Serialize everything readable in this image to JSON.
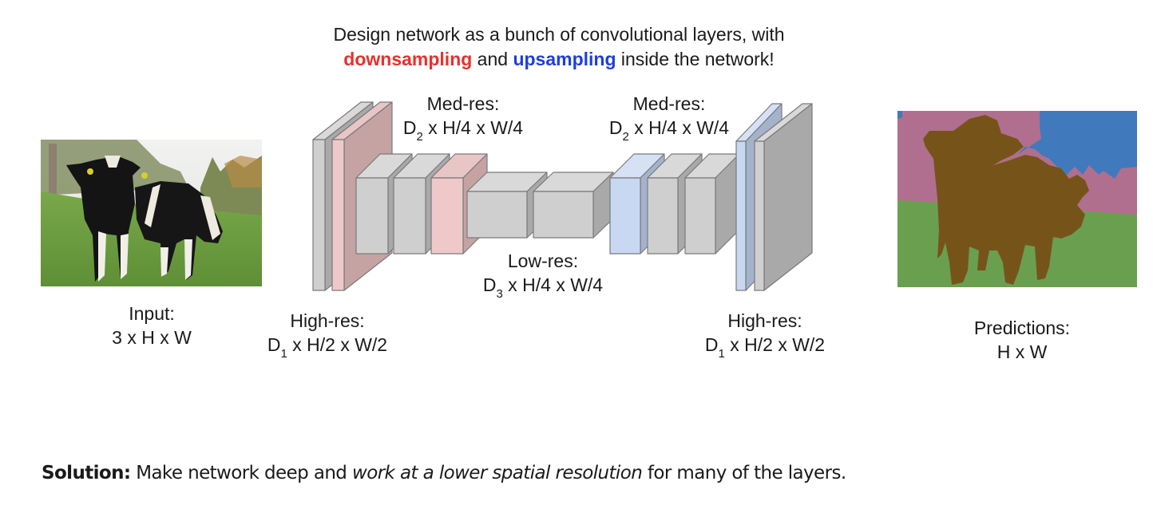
{
  "headline": {
    "line1": "Design network as a bunch of convolutional layers, with",
    "down_word": "downsampling",
    "mid_word": " and ",
    "up_word": "upsampling",
    "tail": " inside the network!"
  },
  "colors": {
    "downsampling": "#e8302c",
    "upsampling": "#1d3ee0",
    "block_gray": "#cfcfcf",
    "block_pink": "#efc9c9",
    "block_blue": "#c9d8f2",
    "seg_cow": "#765419",
    "seg_grass": "#6a9f50",
    "seg_trees": "#b06f8e",
    "seg_sky": "#4179bd"
  },
  "labels": {
    "input": {
      "title": "Input:",
      "dims": "3 x H x W"
    },
    "high_res_left": {
      "title": "High-res:",
      "dim_prefix": "D",
      "dim_sub": "1",
      "dim_rest": " x H/2 x W/2"
    },
    "med_res_left": {
      "title": "Med-res:",
      "dim_prefix": "D",
      "dim_sub": "2",
      "dim_rest": " x H/4 x W/4"
    },
    "low_res": {
      "title": "Low-res:",
      "dim_prefix": "D",
      "dim_sub": "3",
      "dim_rest": " x H/4 x W/4"
    },
    "med_res_right": {
      "title": "Med-res:",
      "dim_prefix": "D",
      "dim_sub": "2",
      "dim_rest": " x H/4 x W/4"
    },
    "high_res_right": {
      "title": "High-res:",
      "dim_prefix": "D",
      "dim_sub": "1",
      "dim_rest": " x H/2 x W/2"
    },
    "predictions": {
      "title": "Predictions:",
      "dims": "H x W"
    }
  },
  "layers": [
    {
      "name": "high-res-left-1",
      "stage": "high-res",
      "kind": "conv"
    },
    {
      "name": "high-res-left-2",
      "stage": "high-res",
      "kind": "downsample"
    },
    {
      "name": "med-res-left-1",
      "stage": "med-res",
      "kind": "conv"
    },
    {
      "name": "med-res-left-2",
      "stage": "med-res",
      "kind": "conv"
    },
    {
      "name": "med-res-left-3",
      "stage": "med-res",
      "kind": "downsample"
    },
    {
      "name": "low-res-1",
      "stage": "low-res",
      "kind": "conv"
    },
    {
      "name": "low-res-2",
      "stage": "low-res",
      "kind": "conv"
    },
    {
      "name": "med-res-right-1",
      "stage": "med-res",
      "kind": "upsample"
    },
    {
      "name": "med-res-right-2",
      "stage": "med-res",
      "kind": "conv"
    },
    {
      "name": "med-res-right-3",
      "stage": "med-res",
      "kind": "conv"
    },
    {
      "name": "high-res-right-1",
      "stage": "high-res",
      "kind": "upsample"
    },
    {
      "name": "high-res-right-2",
      "stage": "high-res",
      "kind": "conv"
    }
  ],
  "footer": {
    "bold": "Solution:",
    "plain1": " Make network deep and ",
    "italic": "work at a lower spatial resolution",
    "plain2": " for many of the layers."
  }
}
